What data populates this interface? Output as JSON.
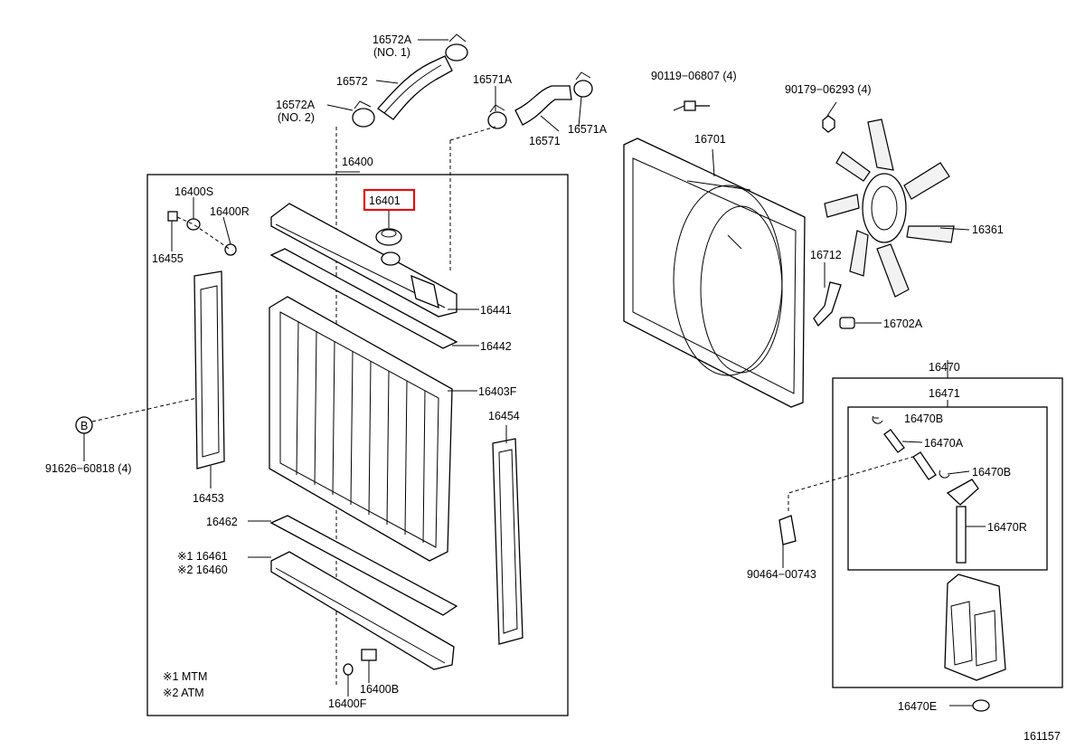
{
  "diagram": {
    "labels": {
      "l16572a_1": "16572A",
      "l16572a_1_sub": "(NO. 1)",
      "l16572": "16572",
      "l16572a_2": "16572A",
      "l16572a_2_sub": "(NO. 2)",
      "l16571a_top": "16571A",
      "l16571": "16571",
      "l16571a_right": "16571A",
      "l90119": "90119−06807 (4)",
      "l90179": "90179−06293 (4)",
      "l16701": "16701",
      "l16361": "16361",
      "l16712": "16712",
      "l16702a": "16702A",
      "l16400": "16400",
      "l16401": "16401",
      "l16400s": "16400S",
      "l16400r": "16400R",
      "l16455": "16455",
      "l16441": "16441",
      "l16442": "16442",
      "l16403f": "16403F",
      "l16454": "16454",
      "l91626": "91626−60818 (4)",
      "l16453": "16453",
      "l16462": "16462",
      "l16461": "※1 16461",
      "l16460": "※2 16460",
      "l16400b": "16400B",
      "l16400f": "16400F",
      "legend1": "※1   MTM",
      "legend2": "※2   ATM",
      "l16470": "16470",
      "l16471": "16471",
      "l16470b_1": "16470B",
      "l16470a": "16470A",
      "l16470b_2": "16470B",
      "l16470r": "16470R",
      "l90464": "90464−00743",
      "l16470e": "16470E",
      "callout_b": "B",
      "diagram_number": "161157"
    },
    "highlighted_part": "16401",
    "highlight_color": "#e01010"
  }
}
